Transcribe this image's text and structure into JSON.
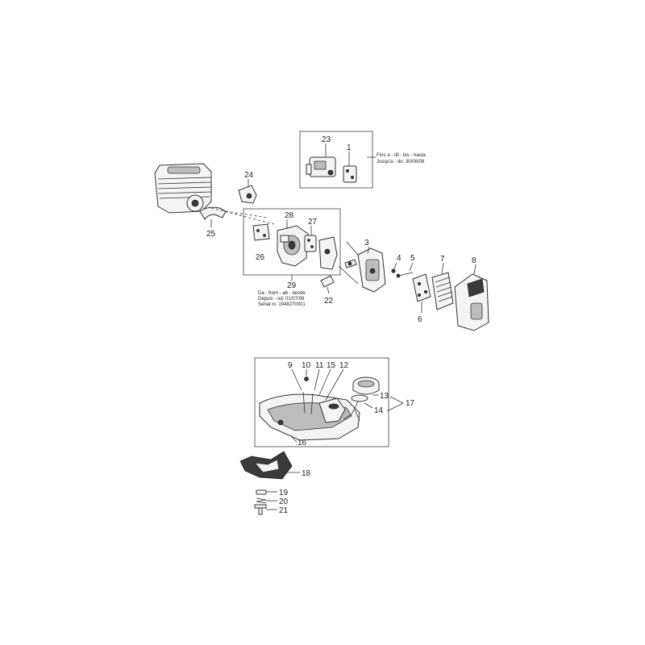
{
  "labels": {
    "n1": "1",
    "n3": "3",
    "n4": "4",
    "n5": "5",
    "n6": "6",
    "n7": "7",
    "n8": "8",
    "n9": "9",
    "n10": "10",
    "n11": "11",
    "n12": "12",
    "n13": "13",
    "n14": "14",
    "n15": "15",
    "n16": "16",
    "n17": "17",
    "n18": "18",
    "n19": "19",
    "n20": "20",
    "n21": "21",
    "n22": "22",
    "n23": "23",
    "n24": "24",
    "n25": "25",
    "n26": "26",
    "n27": "27",
    "n28": "28",
    "n29": "29"
  },
  "notes": {
    "fino_line1": "Fino a - till - bis - hasta",
    "fino_line2": "Jusqu'a - do: 30/06/08",
    "da_line1": "Da - from - ab - desde",
    "da_line2": "Depuis - od: 01/07/08",
    "da_line3": "Serial nr. 1948270001"
  }
}
